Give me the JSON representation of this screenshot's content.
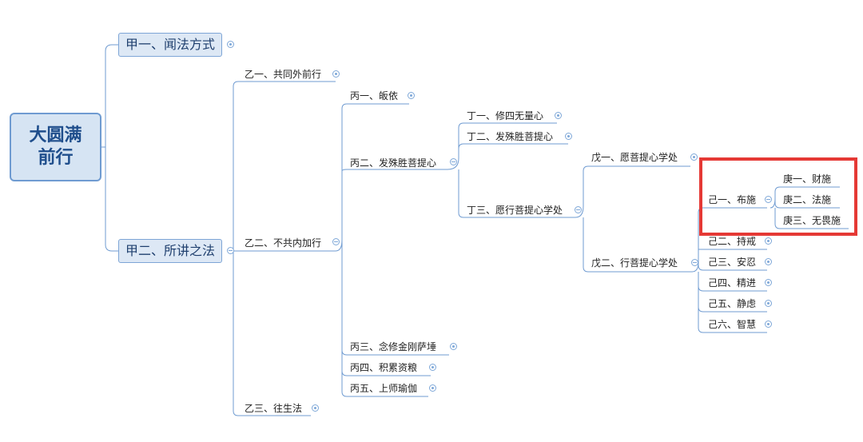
{
  "root": {
    "line1": "大圆满",
    "line2": "前行"
  },
  "level1": [
    {
      "label": "甲一、闻法方式"
    },
    {
      "label": "甲二、所讲之法"
    }
  ],
  "level2": [
    {
      "label": "乙一、共同外前行"
    },
    {
      "label": "乙二、不共内加行"
    },
    {
      "label": "乙三、往生法"
    }
  ],
  "level3": [
    {
      "label": "丙一、皈依"
    },
    {
      "label": "丙二、发殊胜菩提心"
    },
    {
      "label": "丙三、念修金刚萨埵"
    },
    {
      "label": "丙四、积累资粮"
    },
    {
      "label": "丙五、上师瑜伽"
    }
  ],
  "level4": [
    {
      "label": "丁一、修四无量心"
    },
    {
      "label": "丁二、发殊胜菩提心"
    },
    {
      "label": "丁三、愿行菩提心学处"
    }
  ],
  "level5": [
    {
      "label": "戊一、愿菩提心学处"
    },
    {
      "label": "戊二、行菩提心学处"
    }
  ],
  "level6": [
    {
      "label": "己一、布施"
    },
    {
      "label": "己二、持戒"
    },
    {
      "label": "己三、安忍"
    },
    {
      "label": "己四、精进"
    },
    {
      "label": "己五、静虑"
    },
    {
      "label": "己六、智慧"
    }
  ],
  "level7": [
    {
      "label": "庚一、财施"
    },
    {
      "label": "庚二、法施"
    },
    {
      "label": "庚三、无畏施"
    }
  ],
  "colors": {
    "line": "#6f9bd1",
    "highlight": "#e53935",
    "rootFill": "#d6e4f3"
  }
}
